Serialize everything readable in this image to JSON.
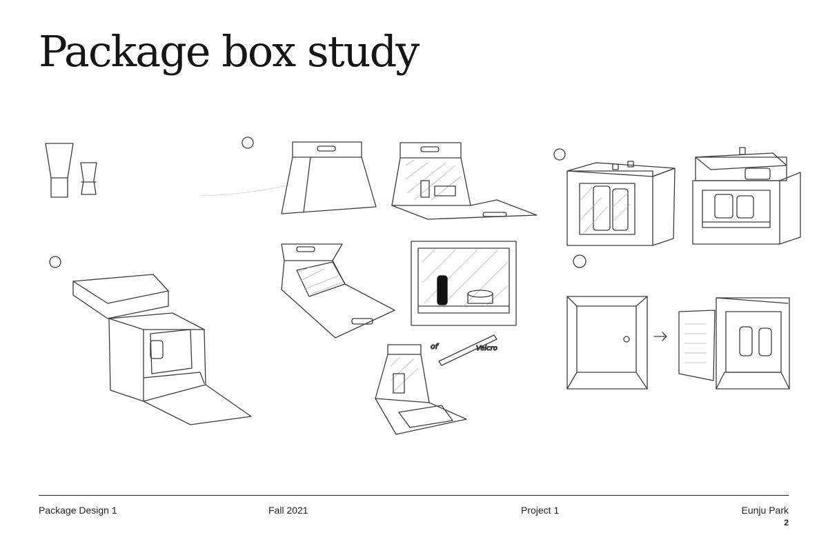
{
  "slide": {
    "title": "Package box study",
    "page_number": "2"
  },
  "footer": {
    "course": "Package Design 1",
    "term": "Fall 2021",
    "project": "Project 1",
    "author": "Eunju Park"
  },
  "sketch_annotations": {
    "note_a": "of",
    "note_b": "Velcro"
  }
}
